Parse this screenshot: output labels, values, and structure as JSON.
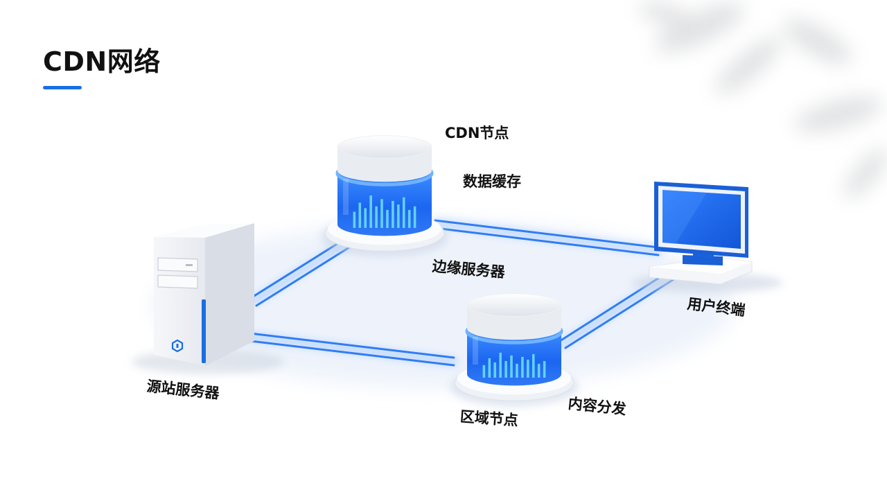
{
  "title": "CDN网络",
  "colors": {
    "accent": "#1a6fe0",
    "link": "#2f7df2",
    "glow": "#6fb2ff"
  },
  "nodes": {
    "origin": {
      "label": "源站服务器",
      "icon": "server-tower-icon"
    },
    "cdn": {
      "label": "CDN节点",
      "sublabel": "数据缓存",
      "icon": "cylinder-node-icon"
    },
    "regional": {
      "label": "区域节点",
      "sublabel": "内容分发",
      "icon": "cylinder-node-icon"
    },
    "user": {
      "label": "用户终端",
      "icon": "monitor-icon"
    }
  },
  "edges": {
    "cdn_to_user_label": "边缘服务器"
  }
}
